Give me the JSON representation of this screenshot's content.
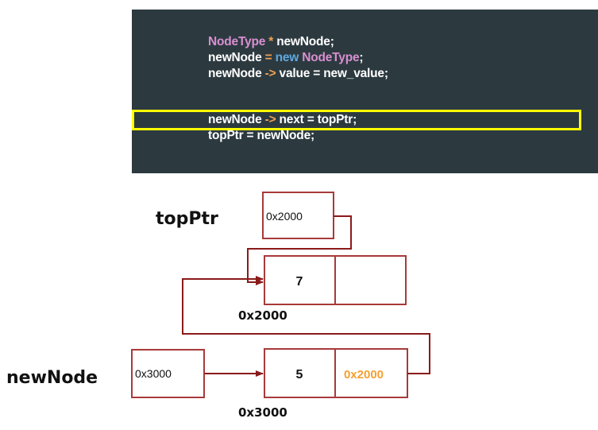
{
  "code": {
    "lines": [
      [
        {
          "t": "NodeType",
          "c": "type"
        },
        {
          "t": " * ",
          "c": "op"
        },
        {
          "t": "newNode;",
          "c": "id"
        }
      ],
      [
        {
          "t": "newNode",
          "c": "id"
        },
        {
          "t": " = ",
          "c": "op"
        },
        {
          "t": "new",
          "c": "kw"
        },
        {
          "t": " ",
          "c": "id"
        },
        {
          "t": "NodeType",
          "c": "type"
        },
        {
          "t": ";",
          "c": "id"
        }
      ],
      [
        {
          "t": "newNode",
          "c": "id"
        },
        {
          "t": " -> ",
          "c": "op"
        },
        {
          "t": "value = new_value;",
          "c": "id"
        }
      ],
      [],
      [
        {
          "t": "newNode",
          "c": "id"
        },
        {
          "t": " -> ",
          "c": "op"
        },
        {
          "t": "next = topPtr;",
          "c": "id"
        }
      ],
      [
        {
          "t": "topPtr = newNode;",
          "c": "id"
        }
      ]
    ],
    "highlighted_line": 4
  },
  "diagram": {
    "topptr_label": "topPtr",
    "topptr_value": "0x2000",
    "node_top": {
      "value": "7",
      "next": "",
      "address": "0x2000"
    },
    "newnode_label": "newNode",
    "newnode_value": "0x3000",
    "node_new": {
      "value": "5",
      "next": "0x2000",
      "address": "0x3000"
    }
  },
  "colors": {
    "panel_bg": "#2c3a40",
    "type": "#d98fd0",
    "operator": "#f0a050",
    "keyword": "#5fa8e0",
    "highlight": "#ffff00",
    "box_border": "#a83a3a",
    "arrow": "#8b1a1a",
    "orange_value": "#f5a030"
  }
}
